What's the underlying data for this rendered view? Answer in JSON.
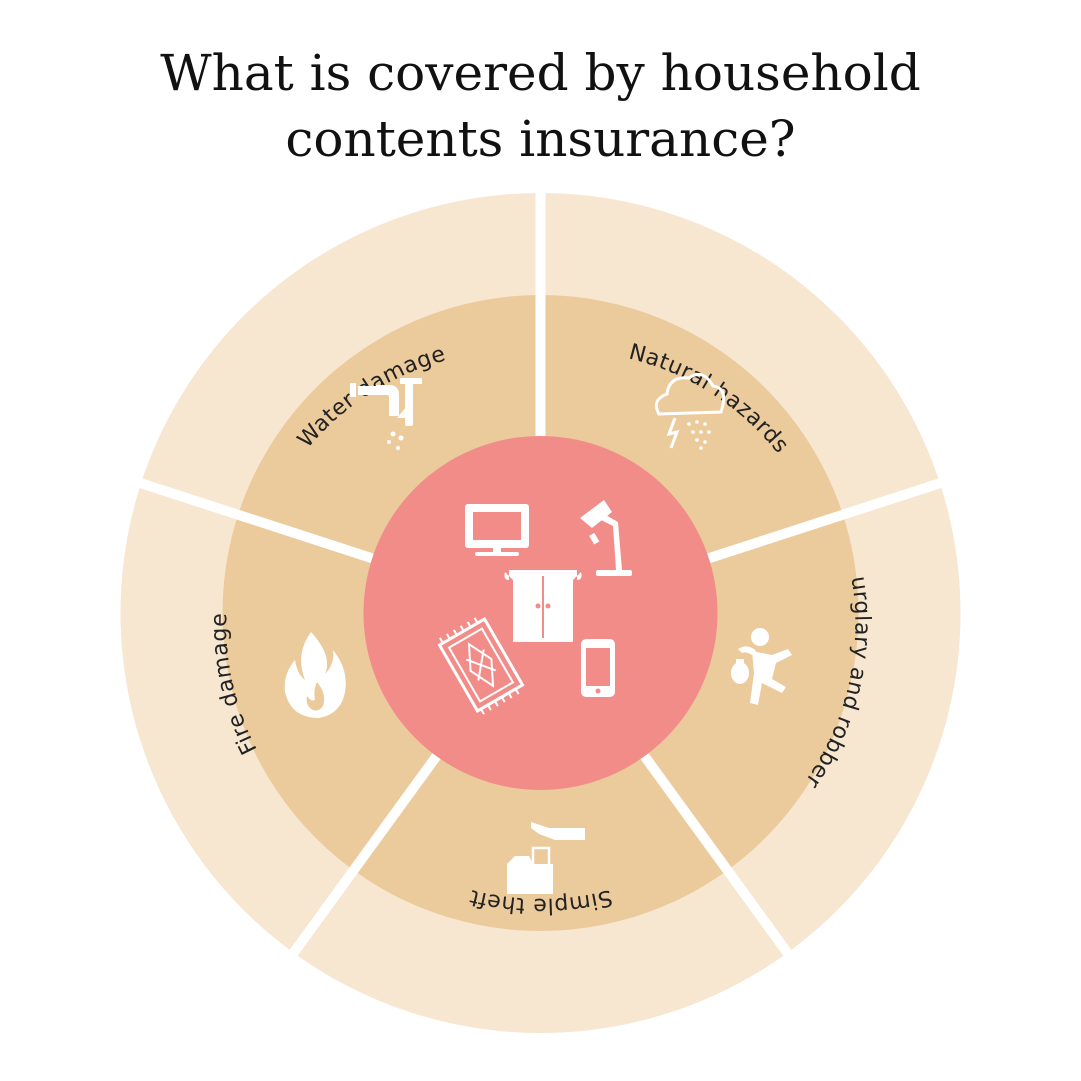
{
  "title": {
    "line1": "What is covered by household",
    "line2": "contents insurance?"
  },
  "colors": {
    "outer_ring": "#f7e6d0",
    "middle_ring": "#ebca9b",
    "center": "#f28c89",
    "separator": "#ffffff",
    "icon": "#ffffff",
    "text": "#111111"
  },
  "segments": [
    {
      "label": "Water damage",
      "icon": "leaking-pipe-icon"
    },
    {
      "label": "Natural hazards",
      "icon": "storm-cloud-icon"
    },
    {
      "label": "Burglary and robbery",
      "icon": "burglar-icon"
    },
    {
      "label": "Simple theft",
      "icon": "hand-taking-item-icon"
    },
    {
      "label": "Fire damage",
      "icon": "flame-icon"
    }
  ],
  "center_icons": [
    "television-icon",
    "desk-lamp-icon",
    "wardrobe-icon",
    "rug-icon",
    "smartphone-icon"
  ]
}
